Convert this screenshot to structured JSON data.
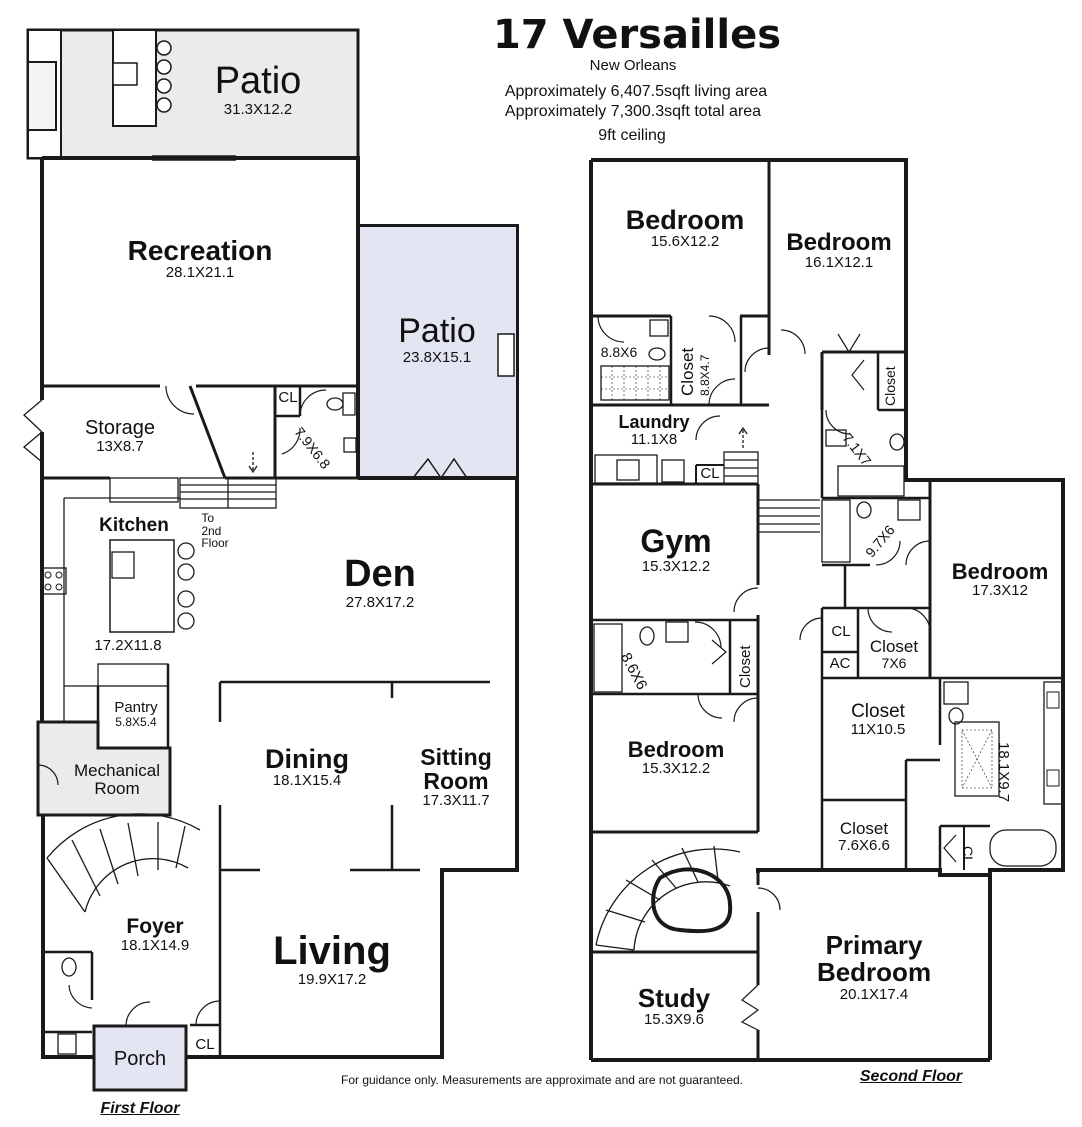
{
  "header": {
    "title": "17 Versailles",
    "city": "New Orleans",
    "living_area": "Approximately 6,407.5sqft living area",
    "total_area": "Approximately 7,300.3sqft total area",
    "ceiling": "9ft ceiling"
  },
  "floors": {
    "first": "First Floor",
    "second": "Second Floor"
  },
  "disclaimer": "For guidance only. Measurements are approximate and are not guaranteed.",
  "colors": {
    "wall": "#1a1a1a",
    "patio_gray": "#ebebeb",
    "patio_blue": "#e4e5f2",
    "porch": "#e4e5f2"
  },
  "first_floor": {
    "patio_top": {
      "name": "Patio",
      "dim": "31.3X12.2"
    },
    "recreation": {
      "name": "Recreation",
      "dim": "28.1X21.1"
    },
    "patio_side": {
      "name": "Patio",
      "dim": "23.8X15.1"
    },
    "storage": {
      "name": "Storage",
      "dim": "13X8.7"
    },
    "cl_upper": "CL",
    "bath_upper": "7.9X6.8",
    "kitchen": {
      "name": "Kitchen",
      "dim": "17.2X11.8"
    },
    "stairs_note": "To\n2nd\nFloor",
    "den": {
      "name": "Den",
      "dim": "27.8X17.2"
    },
    "pantry": {
      "name": "Pantry",
      "dim": "5.8X5.4"
    },
    "mechanical": {
      "name": "Mechanical\nRoom"
    },
    "dining": {
      "name": "Dining",
      "dim": "18.1X15.4"
    },
    "sitting": {
      "name": "Sitting\nRoom",
      "dim": "17.3X11.7"
    },
    "foyer": {
      "name": "Foyer",
      "dim": "18.1X14.9"
    },
    "living": {
      "name": "Living",
      "dim": "19.9X17.2"
    },
    "porch": {
      "name": "Porch"
    },
    "cl_lower": "CL"
  },
  "second_floor": {
    "bedroom1": {
      "name": "Bedroom",
      "dim": "15.6X12.2"
    },
    "bedroom2": {
      "name": "Bedroom",
      "dim": "16.1X12.1"
    },
    "bath1": "8.8X6",
    "closet1": {
      "name": "Closet",
      "dim": "8.8X4.7"
    },
    "closet2": {
      "name": "Closet"
    },
    "laundry": {
      "name": "Laundry",
      "dim": "11.1X8"
    },
    "cl_laundry": "CL",
    "bath2": "7.1X7",
    "gym": {
      "name": "Gym",
      "dim": "15.3X12.2"
    },
    "bath3": "9.7X6",
    "bedroom3": {
      "name": "Bedroom",
      "dim": "17.3X12"
    },
    "bath4": "8.6X6",
    "closet3": {
      "name": "Closet"
    },
    "cl_ac": "CL",
    "ac": "AC",
    "closet4": {
      "name": "Closet",
      "dim": "7X6"
    },
    "bedroom4": {
      "name": "Bedroom",
      "dim": "15.3X12.2"
    },
    "closet5": {
      "name": "Closet",
      "dim": "11X10.5"
    },
    "bath5": "18.1X9.7",
    "closet6": {
      "name": "Closet",
      "dim": "7.6X6.6"
    },
    "cl_primary": "CL",
    "primary": {
      "name": "Primary\nBedroom",
      "dim": "20.1X17.4"
    },
    "study": {
      "name": "Study",
      "dim": "15.3X9.6"
    }
  }
}
